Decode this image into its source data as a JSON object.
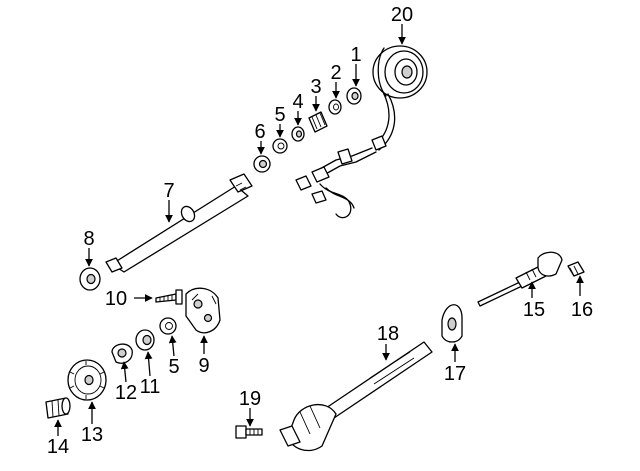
{
  "callouts": [
    {
      "id": "c1",
      "label": "1"
    },
    {
      "id": "c2",
      "label": "2"
    },
    {
      "id": "c3",
      "label": "3"
    },
    {
      "id": "c4",
      "label": "4"
    },
    {
      "id": "c5a",
      "label": "5"
    },
    {
      "id": "c5b",
      "label": "5"
    },
    {
      "id": "c6",
      "label": "6"
    },
    {
      "id": "c7",
      "label": "7"
    },
    {
      "id": "c8",
      "label": "8"
    },
    {
      "id": "c9",
      "label": "9"
    },
    {
      "id": "c10",
      "label": "10"
    },
    {
      "id": "c11",
      "label": "11"
    },
    {
      "id": "c12",
      "label": "12"
    },
    {
      "id": "c13",
      "label": "13"
    },
    {
      "id": "c14",
      "label": "14"
    },
    {
      "id": "c15",
      "label": "15"
    },
    {
      "id": "c16",
      "label": "16"
    },
    {
      "id": "c17",
      "label": "17"
    },
    {
      "id": "c18",
      "label": "18"
    },
    {
      "id": "c19",
      "label": "19"
    },
    {
      "id": "c20",
      "label": "20"
    }
  ]
}
